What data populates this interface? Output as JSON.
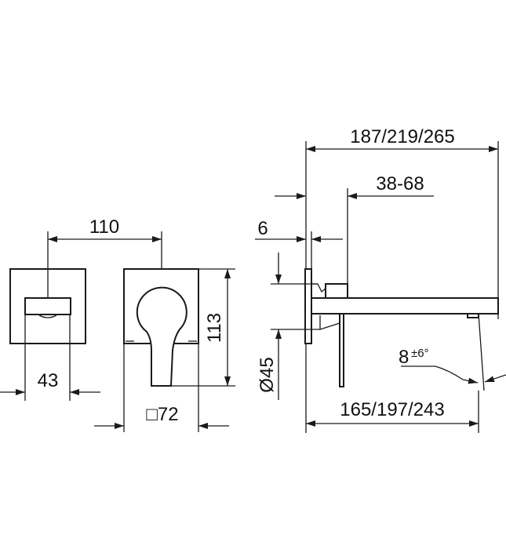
{
  "dimensions": {
    "handle_spacing": "110",
    "front_width": "43",
    "height": "113",
    "rosette_square": "□72",
    "overall_length": "187/219/265",
    "wall_depth": "38-68",
    "rosette_thickness": "6",
    "diameter": "Ø45",
    "angle_base": "8",
    "angle_tolerance": "±6°",
    "spout_length": "165/197/243"
  },
  "colors": {
    "line": "#1a1a1a",
    "background": "#ffffff"
  }
}
